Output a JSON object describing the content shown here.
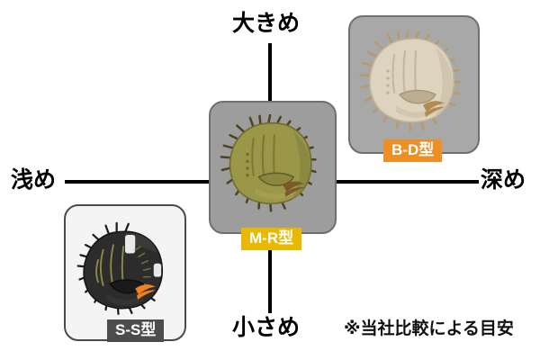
{
  "diagram": {
    "title_note": "※当社比較による目安",
    "axes": {
      "vertical": {
        "top_label": "大きめ",
        "bottom_label": "小さめ",
        "meaning": "size"
      },
      "horizontal": {
        "left_label": "浅め",
        "right_label": "深め",
        "meaning": "pocket-depth"
      }
    },
    "items": [
      {
        "badge": "B-D型",
        "badge_color": "#ee8f25",
        "card_bg": "#a8a8a8",
        "glove_color": "#ddd2bd",
        "glove_accent": "#b79a6a",
        "position": "upper-right",
        "icon": "catchers-mitt-icon"
      },
      {
        "badge": "M-R型",
        "badge_color": "#e8b900",
        "card_bg": "#9d9d9d",
        "glove_color": "#9a9647",
        "glove_accent": "#4a4420",
        "position": "center",
        "icon": "catchers-mitt-icon"
      },
      {
        "badge": "S-S型",
        "badge_color": "#4d4d4d",
        "card_bg": "#f4f4f4",
        "glove_color": "#2b2b2b",
        "glove_accent": "#f08020",
        "position": "lower-left",
        "icon": "catchers-mitt-icon"
      }
    ]
  }
}
